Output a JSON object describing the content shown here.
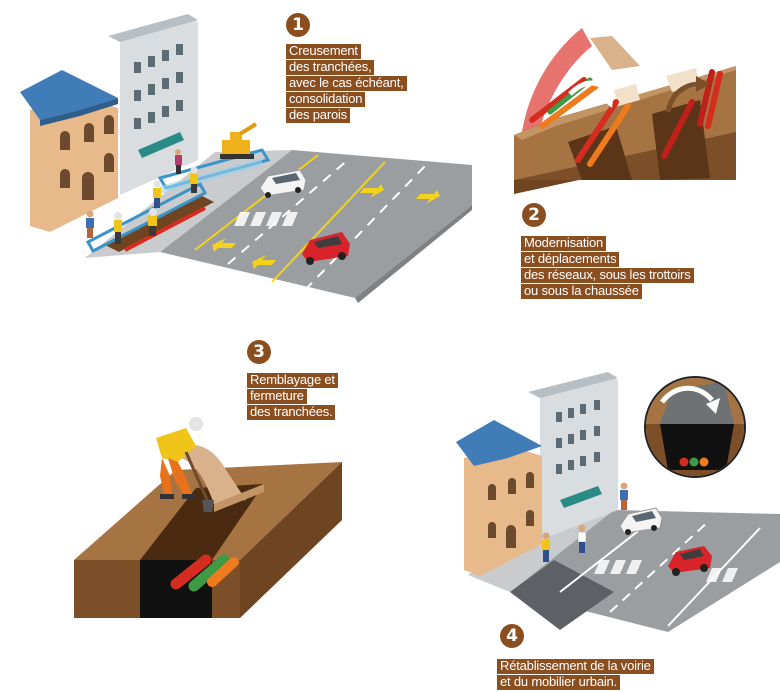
{
  "steps": [
    {
      "number": "1",
      "lines": [
        "Creusement",
        "des tranchées,",
        "avec le cas échéant,",
        "consolidation",
        "des parois"
      ]
    },
    {
      "number": "2",
      "lines": [
        "Modernisation",
        "et déplacements",
        "des réseaux, sous les trottoirs",
        "ou sous la chaussée"
      ]
    },
    {
      "number": "3",
      "lines": [
        "Remblayage et",
        "fermeture",
        "des tranchées."
      ]
    },
    {
      "number": "4",
      "lines": [
        "Rétablissement de la voirie",
        "et du mobilier urbain."
      ]
    }
  ],
  "colors": {
    "badge": "#8b4e1f",
    "earth": "#a67443",
    "earth_dark": "#6f4420",
    "road": "#9b9ea1",
    "pipe_red": "#d62b1f",
    "pipe_orange": "#ee7b1d",
    "pipe_green": "#3d9a45",
    "car_red": "#d8232a",
    "lane_yellow": "#f2d21b"
  }
}
